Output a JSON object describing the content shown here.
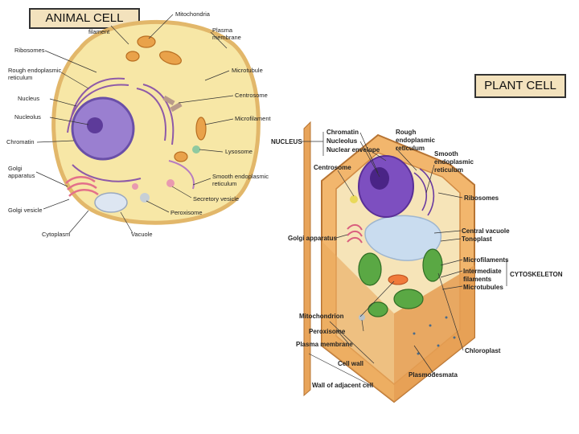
{
  "titles": {
    "animal": "ANIMAL  CELL",
    "plant": "PLANT  CELL"
  },
  "animal_labels": {
    "mitochondria": "Mitochondria",
    "filament": "filament",
    "plasma_membrane_1": "Plasma",
    "plasma_membrane_2": "membrane",
    "ribosomes": "Ribosomes",
    "rough_er_1": "Rough endoplasmic",
    "rough_er_2": "reticulum",
    "microtubule": "Microtubule",
    "nucleus": "Nucleus",
    "centrosome": "Centrosome",
    "nucleolus": "Nucleolus",
    "microfilament": "Microfilament",
    "chromatin": "Chromatin",
    "lysosome": "Lysosome",
    "golgi_1": "Golgi",
    "golgi_2": "apparatus",
    "smooth_er_1": "Smooth endoplasmic",
    "smooth_er_2": "reticulum",
    "secretory_vesicle": "Secretory vesicle",
    "golgi_vesicle": "Golgi vesicle",
    "peroxisome": "Peroxisome",
    "cytoplasm": "Cytoplasm",
    "vacuole": "Vacuole"
  },
  "plant_labels": {
    "chromatin": "Chromatin",
    "nucleolus": "Nucleolus",
    "nuclear_envelope": "Nuclear envelope",
    "nucleus": "NUCLEUS",
    "rough_er_1": "Rough",
    "rough_er_2": "endoplasmic",
    "rough_er_3": "reticulum",
    "smooth_er_1": "Smooth",
    "smooth_er_2": "endoplasmic",
    "smooth_er_3": "reticulum",
    "centrosome": "Centrosome",
    "ribosomes": "Ribosomes",
    "central_vacuole": "Central vacuole",
    "tonoplast": "Tonoplast",
    "golgi": "Golgi apparatus",
    "microfilaments": "Microfilaments",
    "intermediate_1": "Intermediate",
    "intermediate_2": "filaments",
    "microtubules": "Microtubules",
    "cytoskeleton": "CYTOSKELETON",
    "mitochondrion": "Mitochondrion",
    "peroxisome": "Peroxisome",
    "plasma_membrane": "Plasma membrane",
    "chloroplast": "Chloroplast",
    "cell_wall": "Cell wall",
    "plasmodesmata": "Plasmodesmata",
    "wall_adjacent": "Wall of adjacent cell"
  }
}
